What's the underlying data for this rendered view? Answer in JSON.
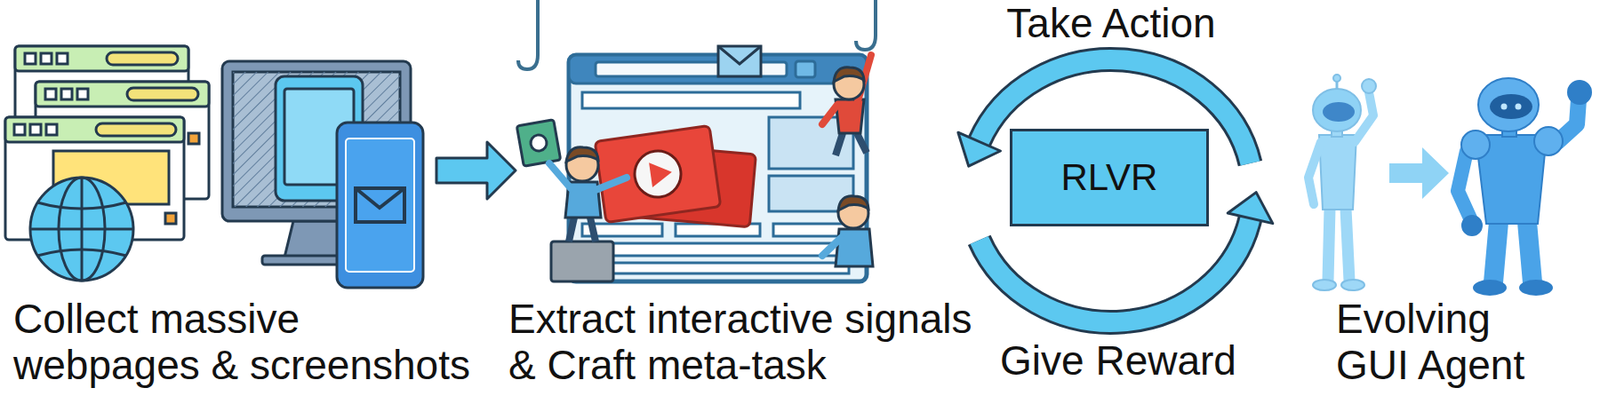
{
  "diagram": {
    "nodes": [
      {
        "text": [
          "RLVR"
        ]
      }
    ],
    "labels": [
      "Collect massive webpages & screenshots",
      "Extract interactive signals & Craft meta-task",
      "Take Action",
      "Give Reward",
      "Evolving GUI Agent"
    ]
  }
}
